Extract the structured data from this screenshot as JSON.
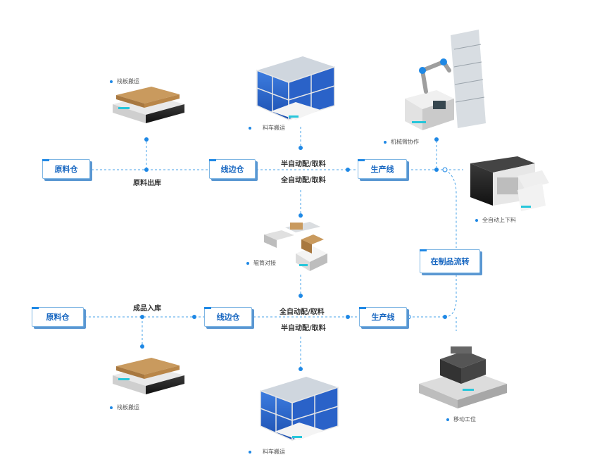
{
  "nodes": {
    "raw_top": "原料仓",
    "line_side_top": "线边仓",
    "prod_top": "生产线",
    "wip": "在制品流转",
    "raw_bottom": "原料仓",
    "line_side_bottom": "线边仓",
    "prod_bottom": "生产线"
  },
  "flows": {
    "raw_out": "原料出库",
    "semi_top": "半自动配/取料",
    "full_top": "全自动配/取料",
    "finished_in": "成品入库",
    "full_bottom": "全自动配/取料",
    "semi_bottom": "半自动配/取料"
  },
  "captions": {
    "pallet_top": "栈板搬运",
    "cart_top": "料车搬运",
    "arm": "机械臂协作",
    "loader": "全自动上下料",
    "roller": "辊筒对接",
    "pallet_bottom": "栈板搬运",
    "cart_bottom": "料车搬运",
    "mobile_station": "移动工位"
  },
  "colors": {
    "accent": "#1e88e5",
    "line": "#4aa3e8",
    "text": "#333333"
  }
}
